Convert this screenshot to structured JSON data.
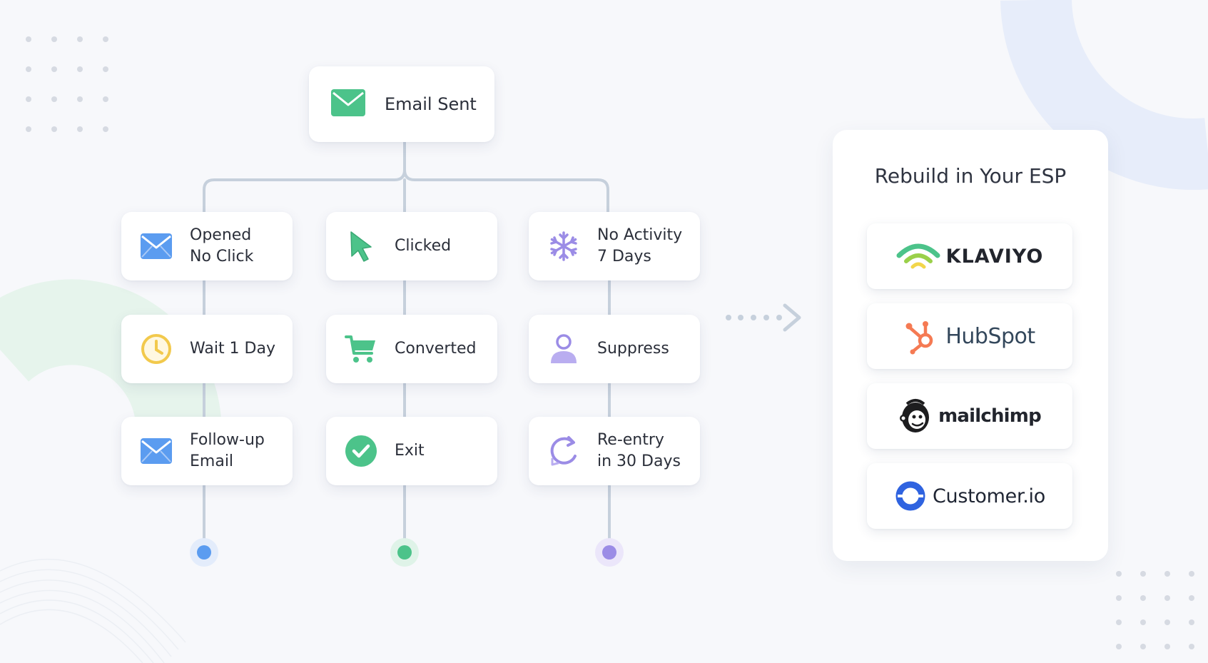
{
  "flow": {
    "root": {
      "label": "Email Sent",
      "icon": "envelope-icon"
    },
    "branches": [
      {
        "color": "#5b9cf0",
        "nodes": [
          {
            "lines": [
              "Opened",
              "No Click"
            ],
            "icon": "envelope-icon"
          },
          {
            "lines": [
              "Wait 1 Day"
            ],
            "icon": "clock-icon"
          },
          {
            "lines": [
              "Follow-up",
              "Email"
            ],
            "icon": "envelope-icon"
          }
        ]
      },
      {
        "color": "#4cc38a",
        "nodes": [
          {
            "lines": [
              "Clicked"
            ],
            "icon": "cursor-icon"
          },
          {
            "lines": [
              "Converted"
            ],
            "icon": "cart-icon"
          },
          {
            "lines": [
              "Exit"
            ],
            "icon": "check-circle-icon"
          }
        ]
      },
      {
        "color": "#9b8ce6",
        "nodes": [
          {
            "lines": [
              "No Activity",
              "7 Days"
            ],
            "icon": "snowflake-icon"
          },
          {
            "lines": [
              "Suppress"
            ],
            "icon": "user-icon"
          },
          {
            "lines": [
              "Re-entry",
              "in 30 Days"
            ],
            "icon": "refresh-icon"
          }
        ]
      }
    ]
  },
  "esp_panel": {
    "title": "Rebuild in Your ESP",
    "providers": [
      {
        "name": "KLAVIYO",
        "icon": "klaviyo-logo-icon"
      },
      {
        "name": "HubSpot",
        "icon": "hubspot-logo-icon"
      },
      {
        "name": "mailchimp",
        "icon": "mailchimp-logo-icon"
      },
      {
        "name": "Customer.io",
        "icon": "customerio-logo-icon"
      }
    ]
  },
  "colors": {
    "connector": "#c6d0dc",
    "green": "#4cc38a",
    "blue": "#5b9cf0",
    "purple": "#9b8ce6",
    "clock": "#f2c94c",
    "hubspot": "#f57a53"
  }
}
